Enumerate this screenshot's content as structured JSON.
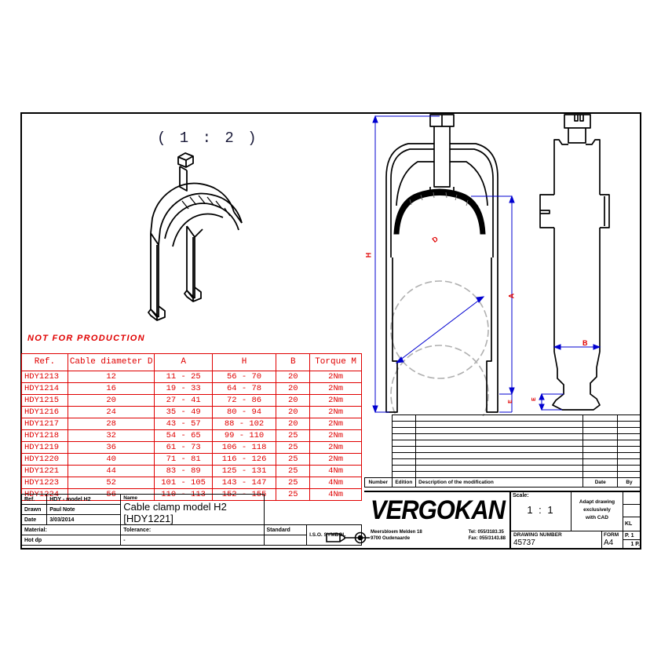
{
  "sheet": {
    "iso_view_label": "( 1 : 2 )",
    "warning": "NOT FOR PRODUCTION"
  },
  "dimension_labels": {
    "h": "H",
    "a": "A",
    "b": "B",
    "d": "D",
    "e_front": "E",
    "e_side": "E"
  },
  "spec_table": {
    "headers": [
      "Ref.",
      "Cable diameter D",
      "A",
      "H",
      "B",
      "Torque M"
    ],
    "rows": [
      [
        "HDY1213",
        "12",
        "11 - 25",
        "56 - 70",
        "20",
        "2Nm"
      ],
      [
        "HDY1214",
        "16",
        "19 - 33",
        "64 - 78",
        "20",
        "2Nm"
      ],
      [
        "HDY1215",
        "20",
        "27 - 41",
        "72 - 86",
        "20",
        "2Nm"
      ],
      [
        "HDY1216",
        "24",
        "35 - 49",
        "80 - 94",
        "20",
        "2Nm"
      ],
      [
        "HDY1217",
        "28",
        "43 - 57",
        "88 - 102",
        "20",
        "2Nm"
      ],
      [
        "HDY1218",
        "32",
        "54 - 65",
        "99 - 110",
        "25",
        "2Nm"
      ],
      [
        "HDY1219",
        "36",
        "61 - 73",
        "106 - 118",
        "25",
        "2Nm"
      ],
      [
        "HDY1220",
        "40",
        "71 - 81",
        "116 - 126",
        "25",
        "2Nm"
      ],
      [
        "HDY1221",
        "44",
        "83 - 89",
        "125 - 131",
        "25",
        "4Nm"
      ],
      [
        "HDY1223",
        "52",
        "101 - 105",
        "143 - 147",
        "25",
        "4Nm"
      ],
      [
        "HDY1224",
        "56",
        "110 - 113",
        "152 - 155",
        "25",
        "4Nm"
      ]
    ]
  },
  "title_block": {
    "ref_label": "Ref.",
    "ref_value": "HDY - model H2",
    "drawn_label": "Drawn",
    "drawn_value": "Paul Note",
    "date_label": "Date",
    "date_value": "3/03/2014",
    "name_label": "Name",
    "name_value": "Cable clamp model H2",
    "name_ref": "[HDY1221]",
    "material_label": "Material:",
    "material_value": "Hot dp",
    "tolerance_label": "Tolerance:",
    "tolerance_value": "-",
    "standard_label": "Standard",
    "standard_value": "",
    "iso_symbol_label": "I.S.O. SYMBOL"
  },
  "revision_table": {
    "headers": [
      "Number",
      "Edition",
      "Description of the modification",
      "Date",
      "By"
    ],
    "empty_row_count": 10
  },
  "company_block": {
    "brand": "VERGOKAN",
    "address_line1": "Meersbloem Melden 18",
    "address_line2": "9700 Oudenaarde",
    "tel": "Tel: 055/3183.35",
    "fax": "Fax: 055/3143.88",
    "scale_label": "Scale:",
    "scale_value": "1 : 1",
    "adapt_note_line1": "Adapt drawing",
    "adapt_note_line2": "exclusively",
    "adapt_note_line3": "with CAD",
    "drawing_number_label": "DRAWING NUMBER",
    "drawing_number_value": "45737",
    "form_label": "FORM",
    "form_value": "A4",
    "initials": "KL",
    "page_label": "P. 1",
    "page_total": "1  P."
  },
  "colors": {
    "table_red": "#e00000",
    "dimension_blue": "#0000d0",
    "phantom_gray": "#b0b0b0",
    "line_black": "#000000",
    "iso_label": "#1b1b3a"
  }
}
